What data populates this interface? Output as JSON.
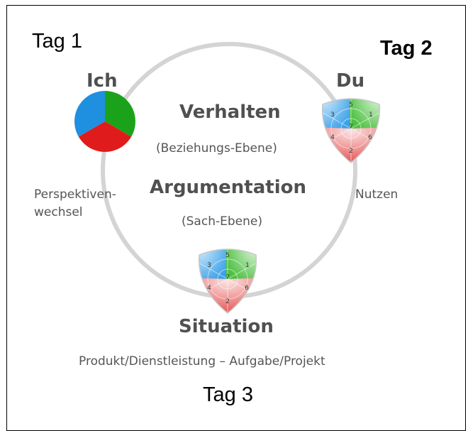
{
  "labels": {
    "tag1": "Tag 1",
    "tag2": "Tag 2",
    "tag3": "Tag 3",
    "ich": "Ich",
    "du": "Du",
    "verhalten": "Verhalten",
    "beziehung": "(Beziehungs-Ebene)",
    "argumentation": "Argumentation",
    "sach": "(Sach-Ebene)",
    "situation": "Situation",
    "produkt": "Produkt/Dienstleistung – Aufgabe/Projekt",
    "perspektive_1": "Perspektiven-",
    "perspektive_2": "wechsel",
    "nutzen": "Nutzen"
  },
  "shield_numbers": [
    "5",
    "1",
    "3",
    "7",
    "4",
    "6",
    "2"
  ],
  "colors": {
    "blue": "#1f8fe0",
    "green": "#1aa31a",
    "red": "#e01b1b",
    "circle": "#d4d4d4"
  }
}
